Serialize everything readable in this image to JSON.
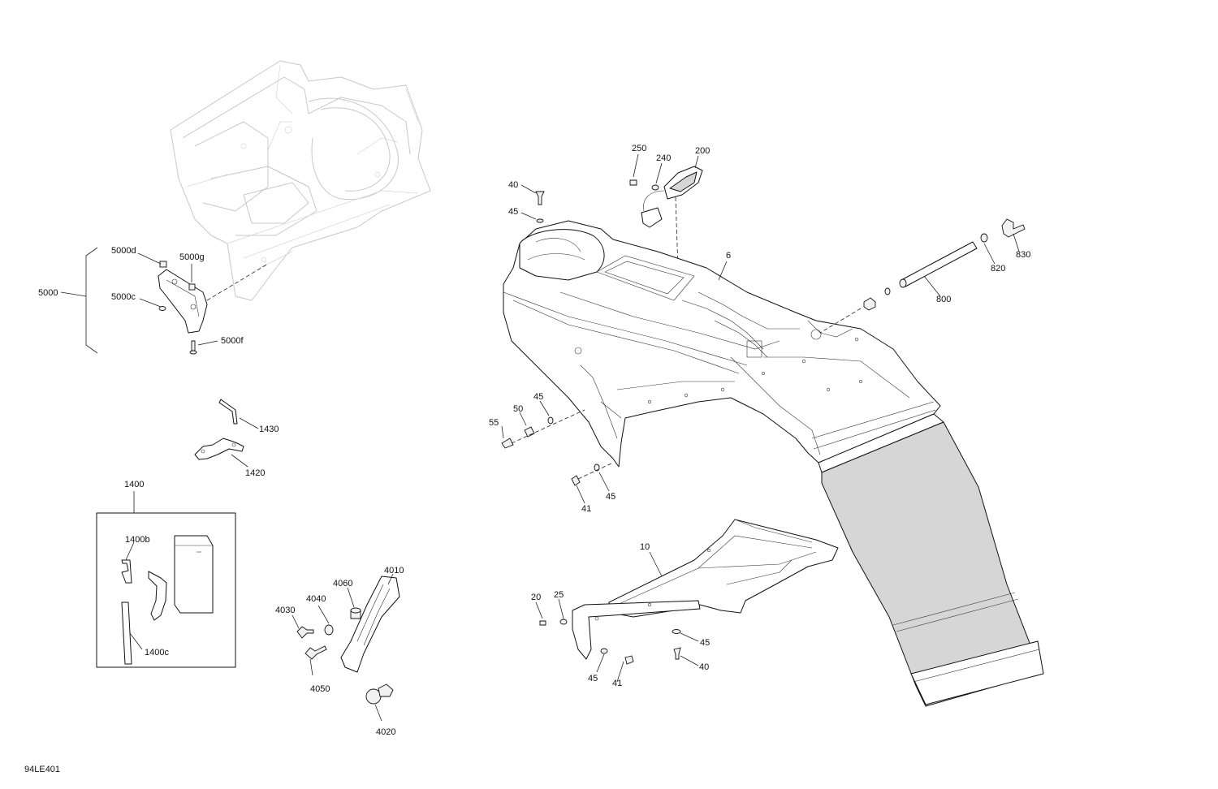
{
  "diagram": {
    "reference": "94LE401",
    "callouts": {
      "c250": "250",
      "c240": "240",
      "c200": "200",
      "c40a": "40",
      "c45a": "45",
      "c6": "6",
      "c830": "830",
      "c820": "820",
      "c800": "800",
      "c5000d": "5000d",
      "c5000g": "5000g",
      "c5000": "5000",
      "c5000c": "5000c",
      "c5000f": "5000f",
      "c1430": "1430",
      "c1420": "1420",
      "c45b": "45",
      "c50": "50",
      "c55": "55",
      "c41a": "41",
      "c45c": "45",
      "c1400": "1400",
      "c1400b": "1400b",
      "c1400c": "1400c",
      "c4010": "4010",
      "c4060": "4060",
      "c4040": "4040",
      "c4030": "4030",
      "c4050": "4050",
      "c4020": "4020",
      "c10": "10",
      "c20": "20",
      "c25": "25",
      "c45d": "45",
      "c41b": "41",
      "c45e": "45",
      "c40b": "40"
    }
  }
}
